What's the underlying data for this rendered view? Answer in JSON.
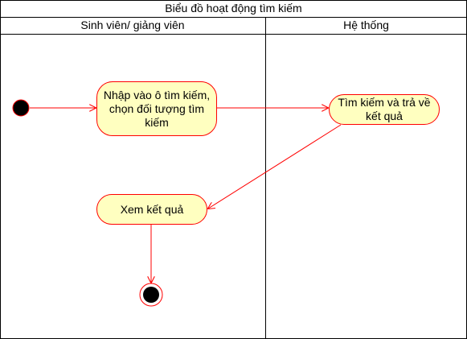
{
  "diagram": {
    "title": "Biểu đồ hoạt động tìm kiếm",
    "lanes": [
      {
        "title": "Sinh viên/ giảng viên"
      },
      {
        "title": "Hệ thống"
      }
    ],
    "actions": {
      "input_search": "Nhập vào ô tìm kiếm, chọn đối tượng tìm kiếm",
      "search_return": "Tìm kiếm và trả về kết quả",
      "view_result": "Xem kết quả"
    }
  },
  "colors": {
    "stroke": "#ff0000",
    "action_fill": "#ffffc0",
    "node_fill": "#000000",
    "border": "#000000"
  }
}
